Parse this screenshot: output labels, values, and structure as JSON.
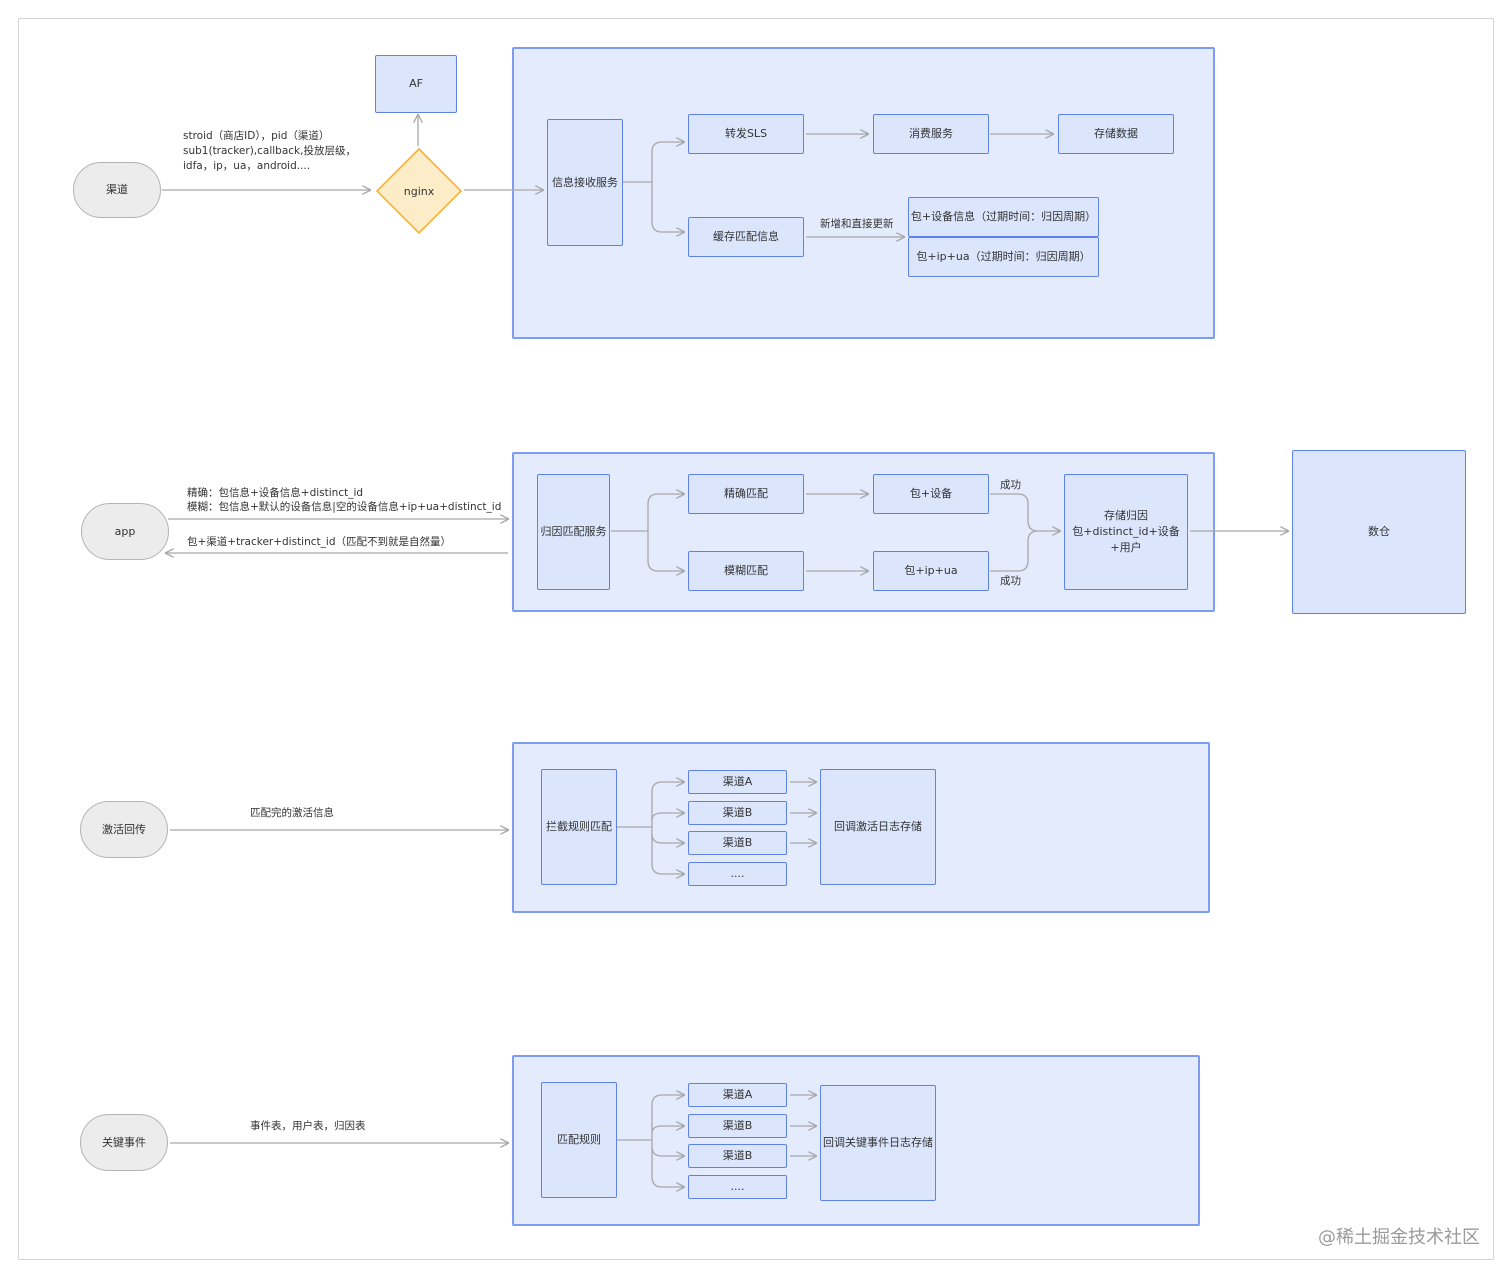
{
  "row1": {
    "source": "渠道",
    "request_params": [
      "stroid（商店ID），pid（渠道）",
      "sub1(tracker),callback,投放层级，",
      "idfa，ip，ua，android...."
    ],
    "gateway": "nginx",
    "af": "AF",
    "receiver": "信息接收服务",
    "forward": "转发SLS",
    "consume": "消费服务",
    "store": "存储数据",
    "cache": "缓存匹配信息",
    "cache_edge_label": "新增和直接更新",
    "cache_item_1": "包+设备信息（过期时间：归因周期）",
    "cache_item_2": "包+ip+ua（过期时间：归因周期）"
  },
  "row2": {
    "source": "app",
    "request_lines": [
      "精确：包信息+设备信息+distinct_id",
      "模糊：包信息+默认的设备信息|空的设备信息+ip+ua+distinct_id"
    ],
    "response_line": "包+渠道+tracker+distinct_id（匹配不到就是自然量）",
    "service": "归因匹配服务",
    "exact": "精确匹配",
    "fuzzy": "模糊匹配",
    "exact_key": "包+设备",
    "fuzzy_key": "包+ip+ua",
    "success_1": "成功",
    "success_2": "成功",
    "store_line_1": "存储归因",
    "store_line_2": "包+distinct_id+设备+用户",
    "warehouse": "数仓"
  },
  "row3": {
    "source": "激活回传",
    "edge_label": "匹配完的激活信息",
    "rule": "拦截规则匹配",
    "channels": [
      "渠道A",
      "渠道B",
      "渠道B",
      "...."
    ],
    "callback": "回调激活日志存储"
  },
  "row4": {
    "source": "关键事件",
    "edge_label": "事件表，用户表，归因表",
    "rule": "匹配规则",
    "channels": [
      "渠道A",
      "渠道B",
      "渠道B",
      "...."
    ],
    "callback": "回调关键事件日志存储"
  },
  "watermark": "@稀土掘金技术社区",
  "colors": {
    "panel_fill": "#e3ebfd",
    "panel_border": "#7e9df2",
    "box_border": "#5f82e8",
    "diamond_fill": "#fdecc8",
    "diamond_border": "#f5b335",
    "edge": "#a8a8a8"
  }
}
